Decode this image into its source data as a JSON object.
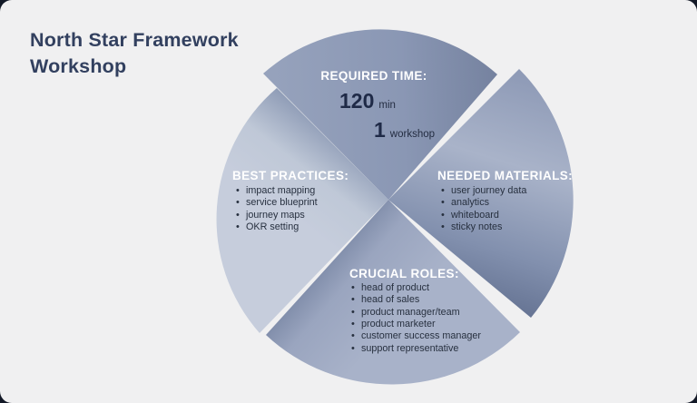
{
  "card": {
    "title": "North Star Framework Workshop"
  },
  "diagram": {
    "type": "pinwheel-infographic",
    "sections": {
      "required_time": {
        "heading": "REQUIRED TIME:",
        "stats": [
          {
            "value": "120",
            "unit": "min"
          },
          {
            "value": "1",
            "unit": "workshop"
          }
        ]
      },
      "best_practices": {
        "heading": "BEST PRACTICES:",
        "items": [
          "impact mapping",
          "service blueprint",
          "journey maps",
          "OKR setting"
        ]
      },
      "needed_materials": {
        "heading": "NEEDED MATERIALS:",
        "items": [
          "user journey data",
          "analytics",
          "whiteboard",
          "sticky notes"
        ]
      },
      "crucial_roles": {
        "heading": "CRUCIAL ROLES:",
        "items": [
          "head of product",
          "head of sales",
          "product manager/team",
          "product marketer",
          "customer success manager",
          "support representative"
        ]
      }
    },
    "colors": {
      "sector_top": "#8A97B4",
      "sector_right": "#8F9BB7",
      "sector_bottom": "#A7B1C8",
      "sector_left": "#C3CBDA",
      "heading_text": "#FFFFFF",
      "body_text": "#27303F",
      "title_text": "#32405F",
      "card_background": "#F0F0F1",
      "outside_background": "#131927"
    }
  }
}
